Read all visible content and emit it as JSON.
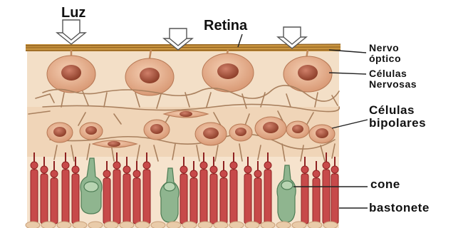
{
  "labels": {
    "luz": "Luz",
    "retina": "Retina",
    "nervo_optico_line1": "Nervo",
    "nervo_optico_line2": "óptico",
    "celulas_nervosas_line1": "Células",
    "celulas_nervosas_line2": "Nervosas",
    "celulas_bipolares_line1": "Células",
    "celulas_bipolares_line2": "bipolares",
    "cone": "cone",
    "bastonete": "bastonete"
  },
  "colors": {
    "background": "#ffffff",
    "tissue": "#f3dfc7",
    "tissue_dark": "#e9cba9",
    "optic_nerve": "#c8943f",
    "optic_nerve_dark": "#8a5a1c",
    "nerve_cell_body": "#e7b08e",
    "nerve_cell_nucleus": "#a85a3f",
    "dendrite": "#b78e6a",
    "rod": "#c74a4a",
    "rod_dark": "#8f2222",
    "cone": "#8fb58f",
    "cone_dark": "#4e7d55",
    "leader_line": "#222222",
    "arrow": "#ffffff"
  }
}
